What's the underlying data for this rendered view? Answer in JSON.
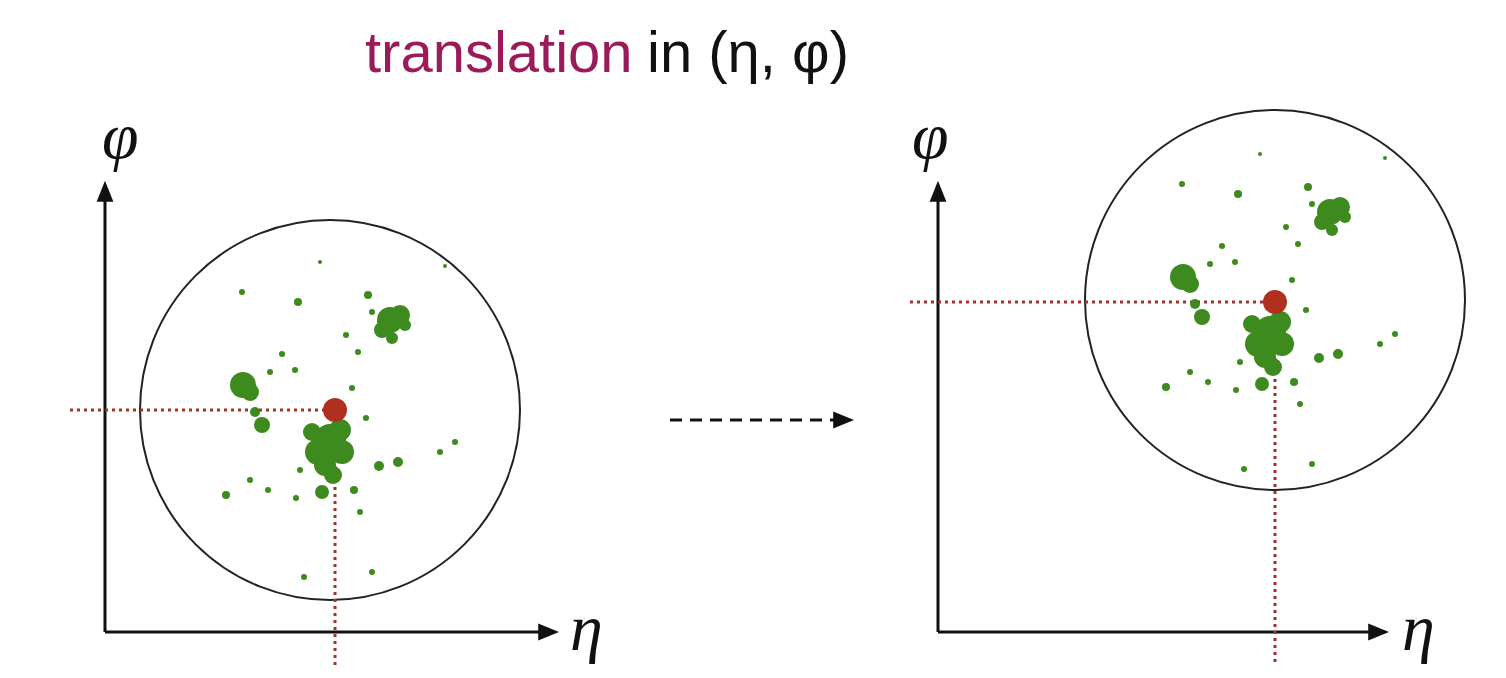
{
  "diagram": {
    "labels": [
      "translation",
      "in (η, φ)",
      "φ",
      "η",
      "φ",
      "η"
    ]
  }
}
